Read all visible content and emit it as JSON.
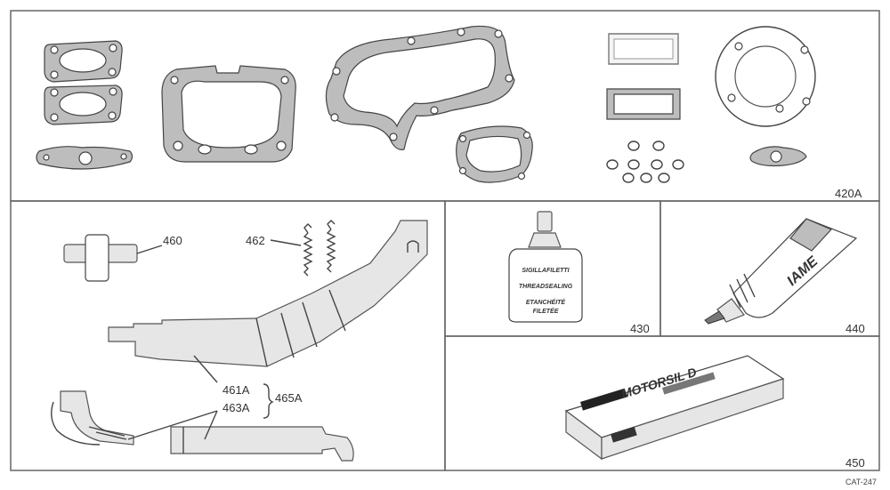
{
  "catalog_ref": "CAT-247",
  "panels": {
    "gaskets": {
      "ref": "420A"
    },
    "exhaust": {
      "labels": {
        "p460": "460",
        "p462": "462",
        "p461a": "461A",
        "p463a": "463A",
        "p465a": "465A"
      }
    },
    "thread_sealant": {
      "ref": "430",
      "bottle_lines": [
        "SIGILLAFILETTI",
        "THREADSEALING",
        "ETANCHÉITÉ",
        "FILETÉE"
      ]
    },
    "grease": {
      "ref": "440",
      "tube_brand": "IAME"
    },
    "motorsil": {
      "ref": "450",
      "box_text": "MOTORSIL D"
    }
  }
}
